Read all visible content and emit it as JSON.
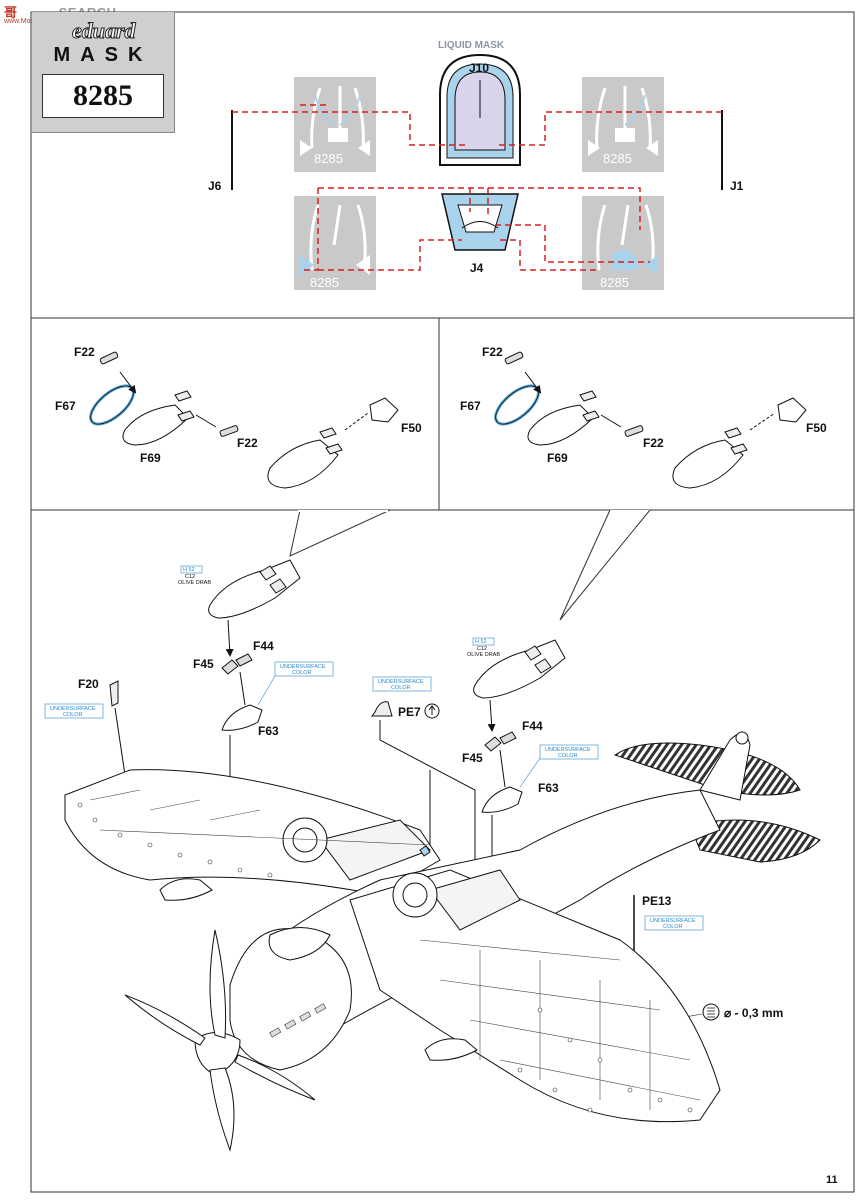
{
  "watermark": {
    "brand_cn": "哥",
    "brand": "SEARCH",
    "site": "www.ModelSearch.com"
  },
  "header": {
    "brand": "eduard",
    "product_line": "MASK",
    "set_number": "8285"
  },
  "mask_section": {
    "liquid_mask_title": "LIQUID MASK",
    "parts": {
      "j10": "J10",
      "j6": "J6",
      "j1": "J1",
      "j4": "J4"
    },
    "sheet_number": "8285"
  },
  "bomb_detail_left": {
    "f22a": "F22",
    "f67": "F67",
    "f69": "F69",
    "f22b": "F22",
    "f50": "F50"
  },
  "bomb_detail_right": {
    "f22a": "F22",
    "f67": "F67",
    "f69": "F69",
    "f22b": "F22",
    "f50": "F50"
  },
  "assembly": {
    "left_bomb": {
      "paint_code_1": "H 52",
      "paint_code_2": "C12",
      "paint_name": "OLIVE DRAB",
      "f44": "F44",
      "f45": "F45",
      "f63": "F63",
      "underside_1": "UNDERSURFACE",
      "underside_2": "COLOR"
    },
    "right_bomb": {
      "paint_code_1": "H 52",
      "paint_code_2": "C12",
      "paint_name": "OLIVE DRAB",
      "f44": "F44",
      "f45": "F45",
      "f63": "F63",
      "underside_1": "UNDERSURFACE",
      "underside_2": "COLOR"
    },
    "f20": {
      "label": "F20",
      "underside_1": "UNDERSURFACE",
      "underside_2": "COLOR"
    },
    "pe7": {
      "label": "PE7",
      "underside_1": "UNDERSURFACE",
      "underside_2": "COLOR"
    },
    "pe13": {
      "label": "PE13",
      "underside_1": "UNDERSURFACE",
      "underside_2": "COLOR"
    },
    "drill_note": "⌀ - 0,3 mm"
  },
  "page_number": "11",
  "colors": {
    "mask_blue": "#a9d3ec",
    "mask_purple": "#d9d4ec",
    "paint_blue": "#2a8bc8",
    "dash_red": "#d62020",
    "sheet_gray": "#c9c9c9"
  }
}
